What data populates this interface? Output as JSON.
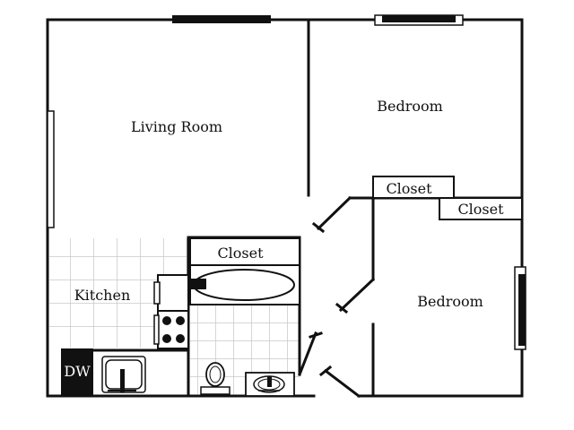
{
  "rooms": {
    "living_room": "Living Room",
    "bedroom_top": "Bedroom",
    "bedroom_bottom": "Bedroom",
    "kitchen": "Kitchen"
  },
  "closets": {
    "top": "Closet",
    "right": "Closet",
    "bath": "Closet"
  },
  "appliances": {
    "dishwasher": "DW"
  }
}
